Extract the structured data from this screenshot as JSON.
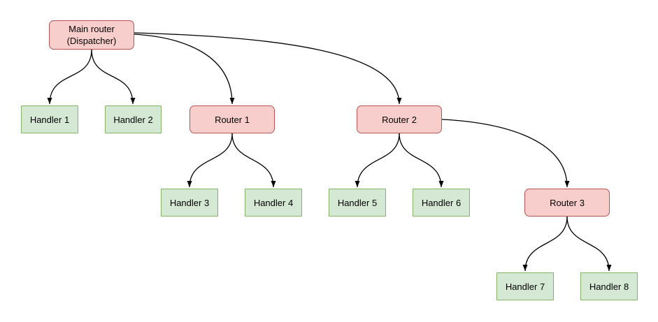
{
  "diagram": {
    "type": "tree",
    "background": "#ffffff",
    "colors": {
      "router_fill": "#f8cecc",
      "router_stroke": "#b85450",
      "handler_fill": "#d5e8d4",
      "handler_stroke": "#82b366",
      "edge_stroke": "#000000",
      "text": "#000000"
    },
    "nodes": {
      "main": {
        "label": "Main router\n(Dispatcher)",
        "kind": "router"
      },
      "r1": {
        "label": "Router 1",
        "kind": "router"
      },
      "r2": {
        "label": "Router 2",
        "kind": "router"
      },
      "r3": {
        "label": "Router 3",
        "kind": "router"
      },
      "h1": {
        "label": "Handler 1",
        "kind": "handler"
      },
      "h2": {
        "label": "Handler 2",
        "kind": "handler"
      },
      "h3": {
        "label": "Handler 3",
        "kind": "handler"
      },
      "h4": {
        "label": "Handler 4",
        "kind": "handler"
      },
      "h5": {
        "label": "Handler 5",
        "kind": "handler"
      },
      "h6": {
        "label": "Handler 6",
        "kind": "handler"
      },
      "h7": {
        "label": "Handler 7",
        "kind": "handler"
      },
      "h8": {
        "label": "Handler 8",
        "kind": "handler"
      }
    },
    "edges": [
      {
        "from": "main",
        "to": "h1"
      },
      {
        "from": "main",
        "to": "h2"
      },
      {
        "from": "main",
        "to": "r1"
      },
      {
        "from": "main",
        "to": "r2"
      },
      {
        "from": "r1",
        "to": "h3"
      },
      {
        "from": "r1",
        "to": "h4"
      },
      {
        "from": "r2",
        "to": "h5"
      },
      {
        "from": "r2",
        "to": "h6"
      },
      {
        "from": "r2",
        "to": "r3"
      },
      {
        "from": "r3",
        "to": "h7"
      },
      {
        "from": "r3",
        "to": "h8"
      }
    ]
  }
}
